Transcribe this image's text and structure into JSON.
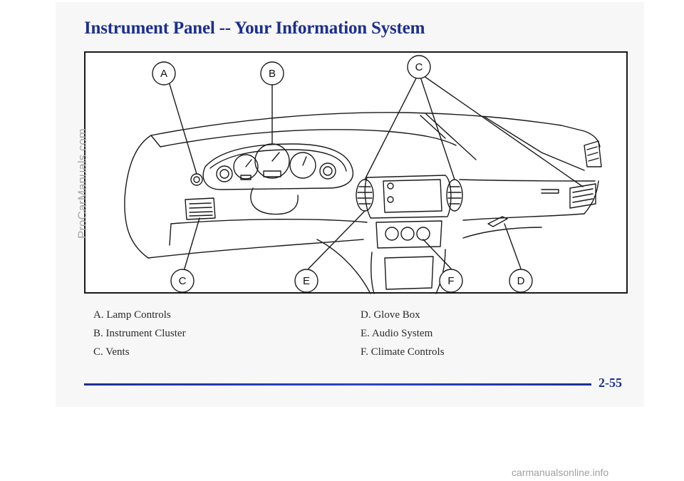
{
  "page": {
    "title": "Instrument Panel -- Your Information System",
    "page_number": "2-55"
  },
  "figure": {
    "callouts": [
      "A",
      "B",
      "C",
      "C",
      "E",
      "F",
      "D"
    ]
  },
  "legend": {
    "left": [
      "A. Lamp Controls",
      "B. Instrument Cluster",
      "C. Vents"
    ],
    "right": [
      "D. Glove Box",
      "E. Audio System",
      "F. Climate Controls"
    ]
  },
  "watermarks": {
    "side": "ProCarManuals.com",
    "bottom": "carmanualsonline.info"
  },
  "colors": {
    "heading": "#1c2f8f",
    "rule": "#2b47c6"
  }
}
